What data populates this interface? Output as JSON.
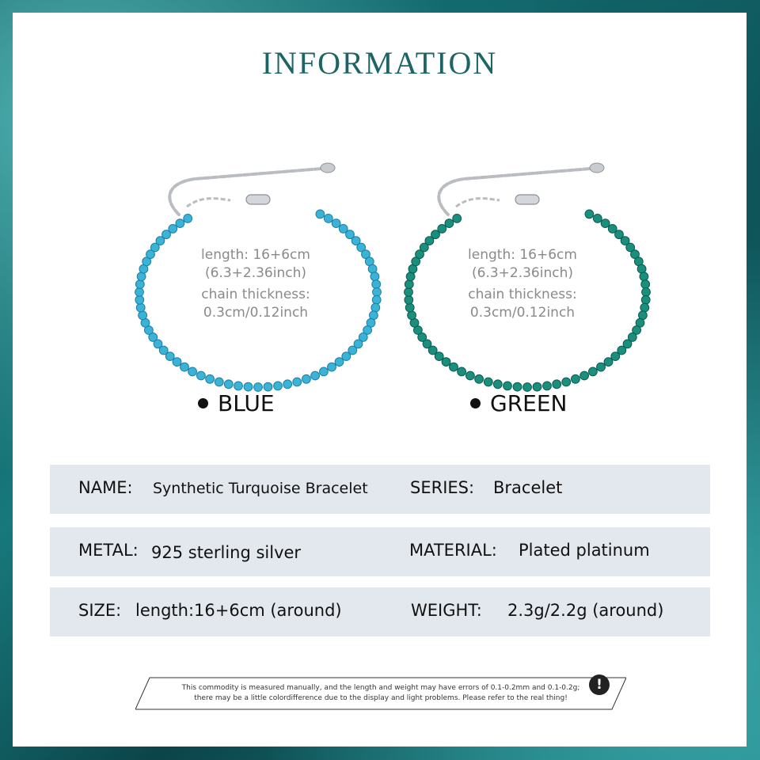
{
  "title": "INFORMATION",
  "products": [
    {
      "color_name": "BLUE",
      "bead_color": "#3bb3d6",
      "bead_dark": "#1c7fa6",
      "spec_length": "length: 16+6cm",
      "spec_length_inch": "(6.3+2.36inch)",
      "spec_chain_label": "chain thickness:",
      "spec_chain_value": "0.3cm/0.12inch"
    },
    {
      "color_name": "GREEN",
      "bead_color": "#1a8f7d",
      "bead_dark": "#0b5c4f",
      "spec_length": "length: 16+6cm",
      "spec_length_inch": "(6.3+2.36inch)",
      "spec_chain_label": "chain thickness:",
      "spec_chain_value": "0.3cm/0.12inch"
    }
  ],
  "specs": {
    "name_label": "NAME:",
    "name_value": "Synthetic Turquoise Bracelet",
    "series_label": "SERIES:",
    "series_value": "Bracelet",
    "metal_label": "METAL:",
    "metal_value": "925 sterling silver",
    "material_label": "MATERIAL:",
    "material_value": "Plated platinum",
    "size_label": "SIZE:",
    "size_value": "length:16+6cm (around)",
    "weight_label": "WEIGHT:",
    "weight_value": "2.3g/2.2g (around)"
  },
  "notice": {
    "line1": "This commodity is measured manually, and the length and weight may have errors of 0.1-0.2mm and 0.1-0.2g;",
    "line2": "there may be a little colordifference due to the display and light problems. Please refer to the real thing!",
    "icon": "exclamation-icon",
    "icon_glyph": "!"
  },
  "colors": {
    "title": "#1d6466",
    "row_bg": "#e3e8ef",
    "frame": "#17797c"
  }
}
